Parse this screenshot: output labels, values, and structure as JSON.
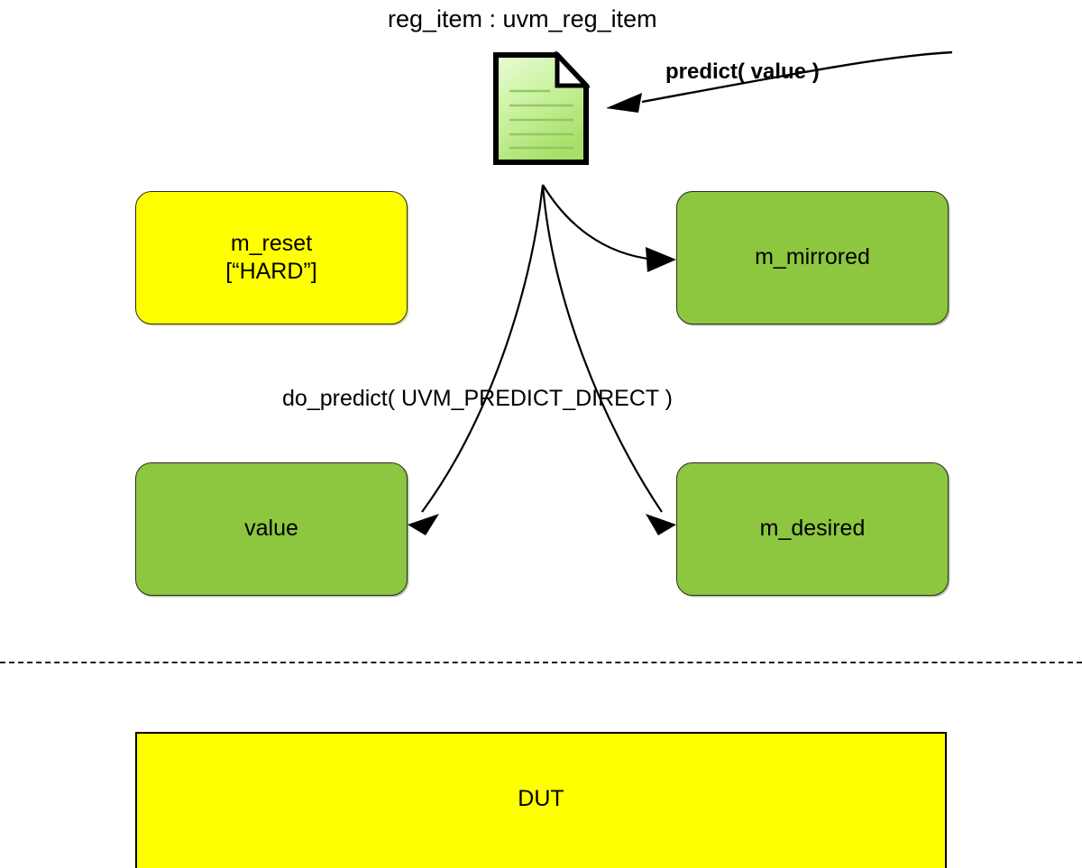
{
  "diagram": {
    "title": "reg_item : uvm_reg_item",
    "background_color": "#ffffff",
    "labels": {
      "predict_call": "predict( value )",
      "do_predict_call": "do_predict( UVM_PREDICT_DIRECT )"
    },
    "icons": {
      "document": "document-page-icon"
    },
    "colors": {
      "green_node": "#8dc63f",
      "yellow_node": "#ffff00",
      "document_fill_light": "#e8fbd0",
      "document_fill_dark": "#a9e06a",
      "outline": "#000000"
    },
    "nodes": [
      {
        "id": "m_reset",
        "label_line1": "m_reset",
        "label_line2": "[“HARD”]",
        "color": "#ffff00",
        "shape": "rounded-rect"
      },
      {
        "id": "m_mirrored",
        "label_line1": "m_mirrored",
        "label_line2": "",
        "color": "#8dc63f",
        "shape": "rounded-rect"
      },
      {
        "id": "value",
        "label_line1": "value",
        "label_line2": "",
        "color": "#8dc63f",
        "shape": "rounded-rect"
      },
      {
        "id": "m_desired",
        "label_line1": "m_desired",
        "label_line2": "",
        "color": "#8dc63f",
        "shape": "rounded-rect"
      },
      {
        "id": "dut",
        "label_line1": "DUT",
        "label_line2": "",
        "color": "#ffff00",
        "shape": "rect"
      }
    ],
    "divider": {
      "style": "dashed",
      "name": "testbench-dut-boundary"
    },
    "edges": [
      {
        "from": "external",
        "to": "reg_item",
        "label": "predict( value )"
      },
      {
        "from": "reg_item",
        "to": "m_mirrored",
        "label": ""
      },
      {
        "from": "reg_item",
        "to": "value",
        "label": "do_predict( UVM_PREDICT_DIRECT )"
      },
      {
        "from": "reg_item",
        "to": "m_desired",
        "label": ""
      }
    ]
  }
}
